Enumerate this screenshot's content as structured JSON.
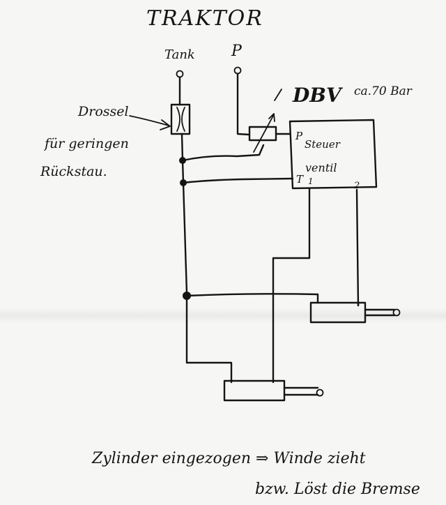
{
  "title": "TRAKTOR",
  "labels": {
    "tank": "Tank",
    "p": "P",
    "dbv": "DBV",
    "dbv_pressure": "ca.70 Bar",
    "drossel": "Drossel",
    "drossel_note_1": "für geringen",
    "drossel_note_2": "Rückstau.",
    "valve_p": "P",
    "valve_name_1": "Steuer",
    "valve_name_2": "ventil",
    "port_t": "T",
    "port_1": "1",
    "port_2": "2"
  },
  "notes": {
    "line1": "Zylinder eingezogen ⇒ Winde zieht",
    "line2": "bzw. Löst die Bremse"
  },
  "colors": {
    "ink": "#141414",
    "paper": "#f6f6f4"
  }
}
